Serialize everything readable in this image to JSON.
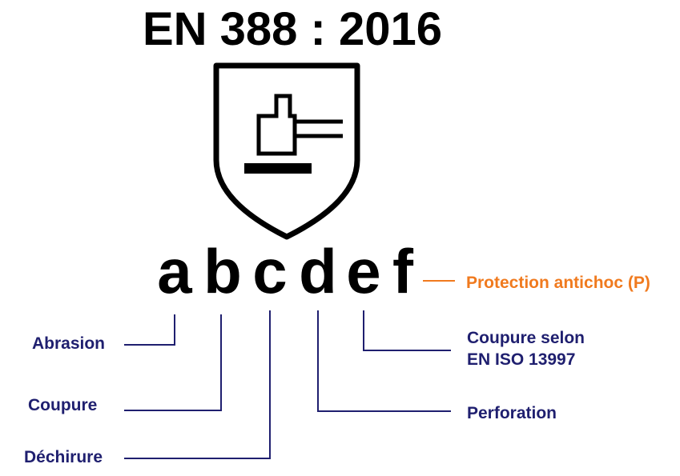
{
  "title": "EN 388 : 2016",
  "letters": [
    "a",
    "b",
    "c",
    "d",
    "e",
    "f"
  ],
  "labels": {
    "abrasion": "Abrasion",
    "coupure": "Coupure",
    "dechirure": "Déchirure",
    "perforation": "Perforation",
    "coupure_iso_line1": "Coupure selon",
    "coupure_iso_line2": "EN ISO 13997",
    "protection": "Protection antichoc (P)"
  },
  "colors": {
    "label": "#1f1f6f",
    "accent": "#f07a1e",
    "ink": "#000000"
  },
  "icon": "shield-hammer-icon"
}
